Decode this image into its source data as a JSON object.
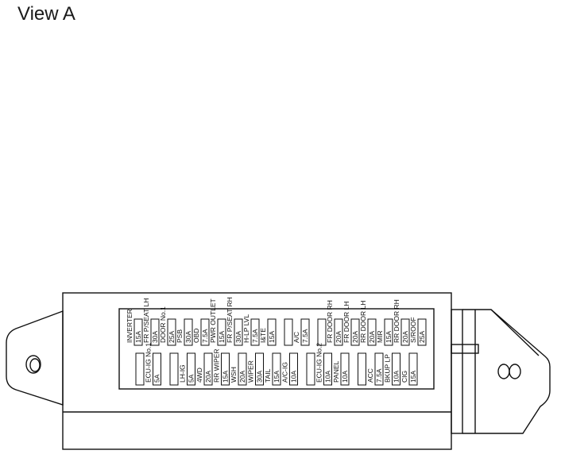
{
  "title": "View A",
  "fuses": {
    "upper": [
      {
        "name": "INVERTER",
        "amp": "15A"
      },
      {
        "name": "FR P/SEAT LH",
        "amp": "30A"
      },
      {
        "name": "DOOR No.1",
        "amp": "25A"
      },
      {
        "name": "PSB",
        "amp": "30A"
      },
      {
        "name": "OBD",
        "amp": "7.5A"
      },
      {
        "name": "PWR OUTLET",
        "amp": "15A"
      },
      {
        "name": "FR P/SEAT RH",
        "amp": "30A"
      },
      {
        "name": "H-LP LVL",
        "amp": "7.5A"
      },
      {
        "name": "I&TE",
        "amp": "15A"
      },
      {
        "name": "",
        "amp": ""
      },
      {
        "name": "A/C",
        "amp": "7.5A"
      },
      {
        "name": "",
        "amp": ""
      },
      {
        "name": "FR DOOR RH",
        "amp": "20A"
      },
      {
        "name": "FR DOOR LH",
        "amp": "20A"
      },
      {
        "name": "RR DOOR LH",
        "amp": "20A"
      },
      {
        "name": "MIR",
        "amp": "15A"
      },
      {
        "name": "RR DOOR RH",
        "amp": "20A"
      },
      {
        "name": "S/ROOF",
        "amp": "25A"
      }
    ],
    "lower": [
      {
        "name": "",
        "amp": ""
      },
      {
        "name": "ECU-IG No.1",
        "amp": "5A"
      },
      {
        "name": "",
        "amp": ""
      },
      {
        "name": "LH-IG",
        "amp": "5A"
      },
      {
        "name": "4WD",
        "amp": "20A"
      },
      {
        "name": "RR WIPER",
        "amp": "15A"
      },
      {
        "name": "WSH",
        "amp": "20A"
      },
      {
        "name": "WIPER",
        "amp": "30A"
      },
      {
        "name": "TAIL",
        "amp": "15A"
      },
      {
        "name": "A/C-IG",
        "amp": "10A"
      },
      {
        "name": "",
        "amp": ""
      },
      {
        "name": "ECU-IG No.2",
        "amp": "10A"
      },
      {
        "name": "PANEL",
        "amp": "10A"
      },
      {
        "name": "",
        "amp": ""
      },
      {
        "name": "ACC",
        "amp": "7.5A"
      },
      {
        "name": "BKUP LP",
        "amp": "10A"
      },
      {
        "name": "CIG",
        "amp": "15A"
      }
    ]
  },
  "colors": {
    "line": "#111111",
    "background": "#ffffff"
  }
}
